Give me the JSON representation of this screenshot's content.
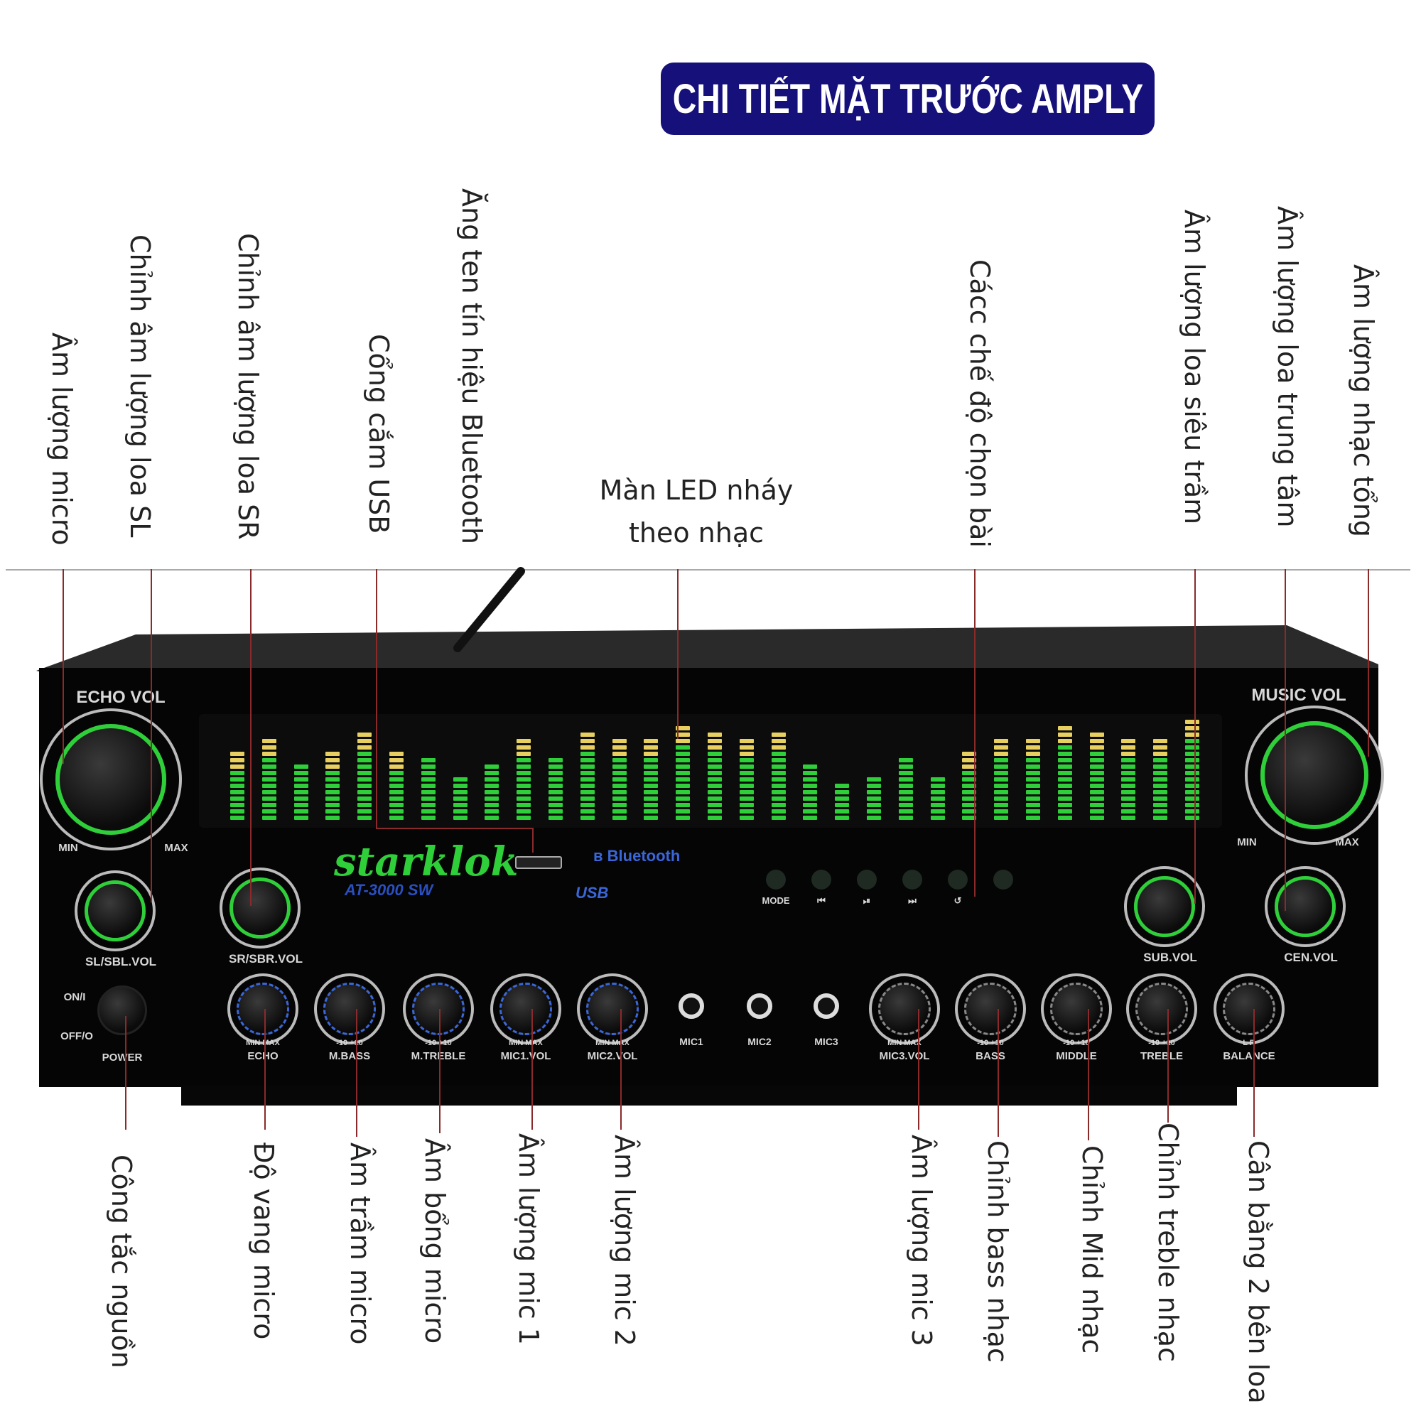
{
  "title": "CHI TIẾT MẶT TRƯỚC AMPLY",
  "top_labels": {
    "mic_vol": "Âm lượng micro",
    "sl_vol": "Chỉnh âm lượng loa SL",
    "sr_vol": "Chỉnh âm lượng loa SR",
    "usb": "Cổng cắm USB",
    "bluetooth": "Ăng ten tín hiệu Bluetooth",
    "led_line1": "Màn LED nháy",
    "led_line2": "theo nhạc",
    "modes": "Cácc chế độ chọn bài",
    "sub": "Âm lượng loa siêu trầm",
    "center": "Âm lượng loa trung tâm",
    "music": "Âm lượng nhạc tổng"
  },
  "bottom_labels": {
    "power": "Công tắc nguồn",
    "echo": "Độ vang micro",
    "mbass": "Âm trầm micro",
    "mtreble": "Âm bổng micro",
    "mic1": "Âm lượng mic 1",
    "mic2": "Âm lượng mic 2",
    "mic3": "Âm lượng mic 3",
    "bass": "Chỉnh bass nhạc",
    "mid": "Chỉnh Mid nhạc",
    "treble": "Chỉnh treble nhạc",
    "balance": "Cân bằng 2 bên loa"
  },
  "panel": {
    "brand": "starklok",
    "model": "AT-3000 SW",
    "bluetooth": "Bluetooth",
    "usb": "USB",
    "echo_vol": "ECHO VOL",
    "music_vol": "MUSIC VOL",
    "min": "MIN",
    "max": "MAX",
    "sl_vol": "SL/SBL.VOL",
    "sr_vol": "SR/SBR.VOL",
    "sub_vol": "SUB.VOL",
    "cen_vol": "CEN.VOL",
    "on": "ON/I",
    "off": "OFF/O",
    "power": "POWER",
    "knobs": [
      {
        "label": "ECHO",
        "range": "MIN   MAX"
      },
      {
        "label": "M.BASS",
        "range": "-10   +10"
      },
      {
        "label": "M.TREBLE",
        "range": "-10   +10"
      },
      {
        "label": "MIC1.VOL",
        "range": "MIN   MAX"
      },
      {
        "label": "MIC2.VOL",
        "range": "MIN   MAX"
      },
      {
        "label": "MIC3.VOL",
        "range": "MIN   MAX"
      },
      {
        "label": "BASS",
        "range": "-10   +10"
      },
      {
        "label": "MIDDLE",
        "range": "-10   +10"
      },
      {
        "label": "TREBLE",
        "range": "-10   +10"
      },
      {
        "label": "BALANCE",
        "range": "L     R"
      }
    ],
    "mic_jacks": [
      "MIC1",
      "MIC2",
      "MIC3"
    ],
    "buttons": [
      "MODE",
      "⏮",
      "⏯",
      "⏭",
      "↺",
      ""
    ],
    "led_levels": [
      11,
      13,
      9,
      11,
      14,
      11,
      10,
      7,
      9,
      13,
      10,
      14,
      13,
      13,
      15,
      14,
      13,
      14,
      9,
      6,
      7,
      10,
      7,
      11,
      13,
      13,
      15,
      14,
      13,
      13,
      16
    ]
  },
  "colors": {
    "title_bg": "#15107a",
    "led_green": "#2fcf3a",
    "led_yellow": "#e8d060",
    "leader": "#8a2a2a"
  }
}
